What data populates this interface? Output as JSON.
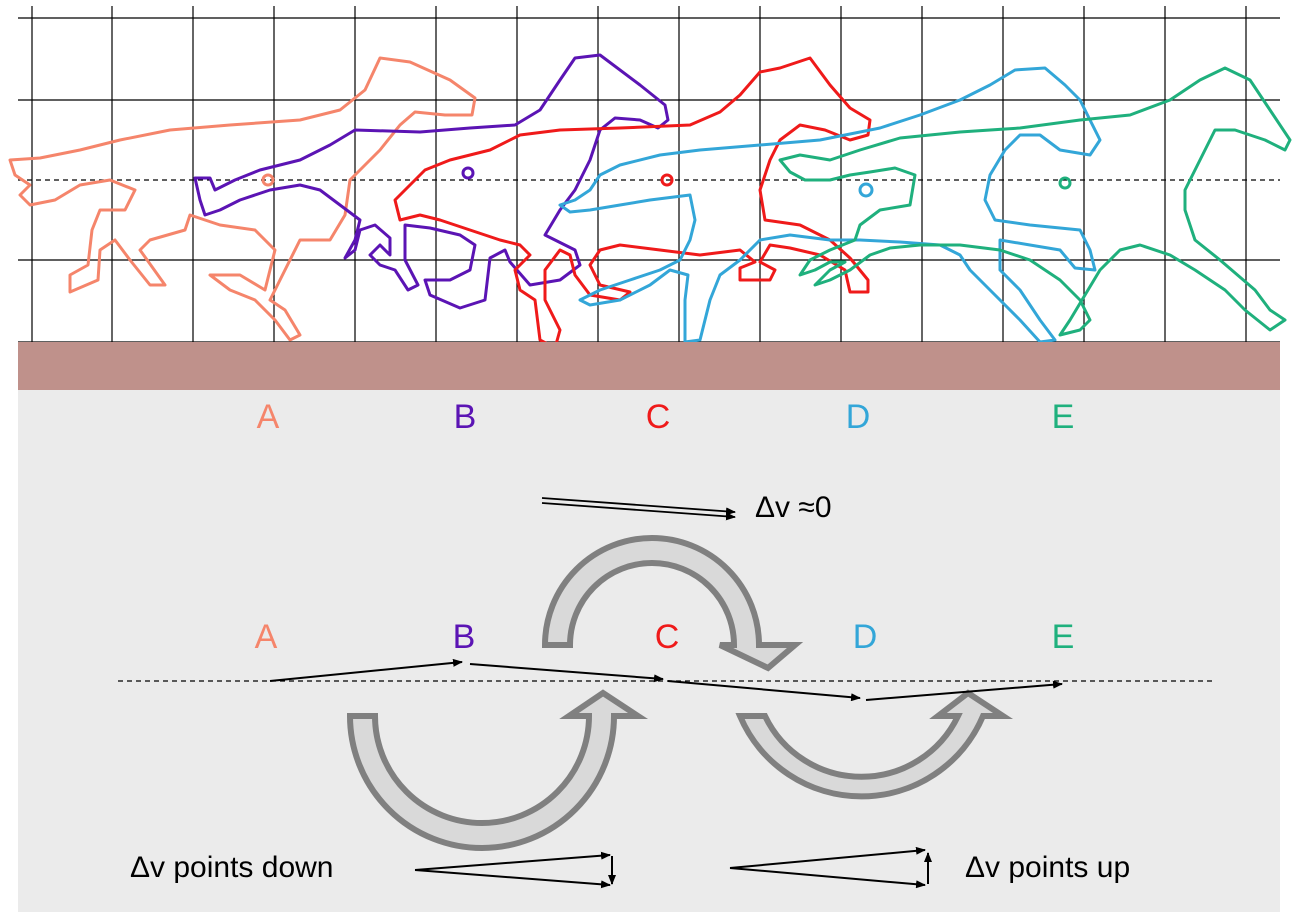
{
  "colors": {
    "background": "#ebebeb",
    "ground": "#bf918b",
    "grid": "#000000",
    "A": "#f5856b",
    "B": "#5b14b4",
    "C": "#ef1a1a",
    "D": "#33a6d8",
    "E": "#1fb07d",
    "curved_arrow_fill": "#d9d9d9",
    "curved_arrow_stroke": "#808080"
  },
  "positions": [
    {
      "id": "A",
      "label": "A"
    },
    {
      "id": "B",
      "label": "B"
    },
    {
      "id": "C",
      "label": "C"
    },
    {
      "id": "D",
      "label": "D"
    },
    {
      "id": "E",
      "label": "E"
    }
  ],
  "annotations": {
    "top_delta": "Δv ≈0",
    "left_delta": "Δv points down",
    "right_delta": "Δv points up"
  }
}
